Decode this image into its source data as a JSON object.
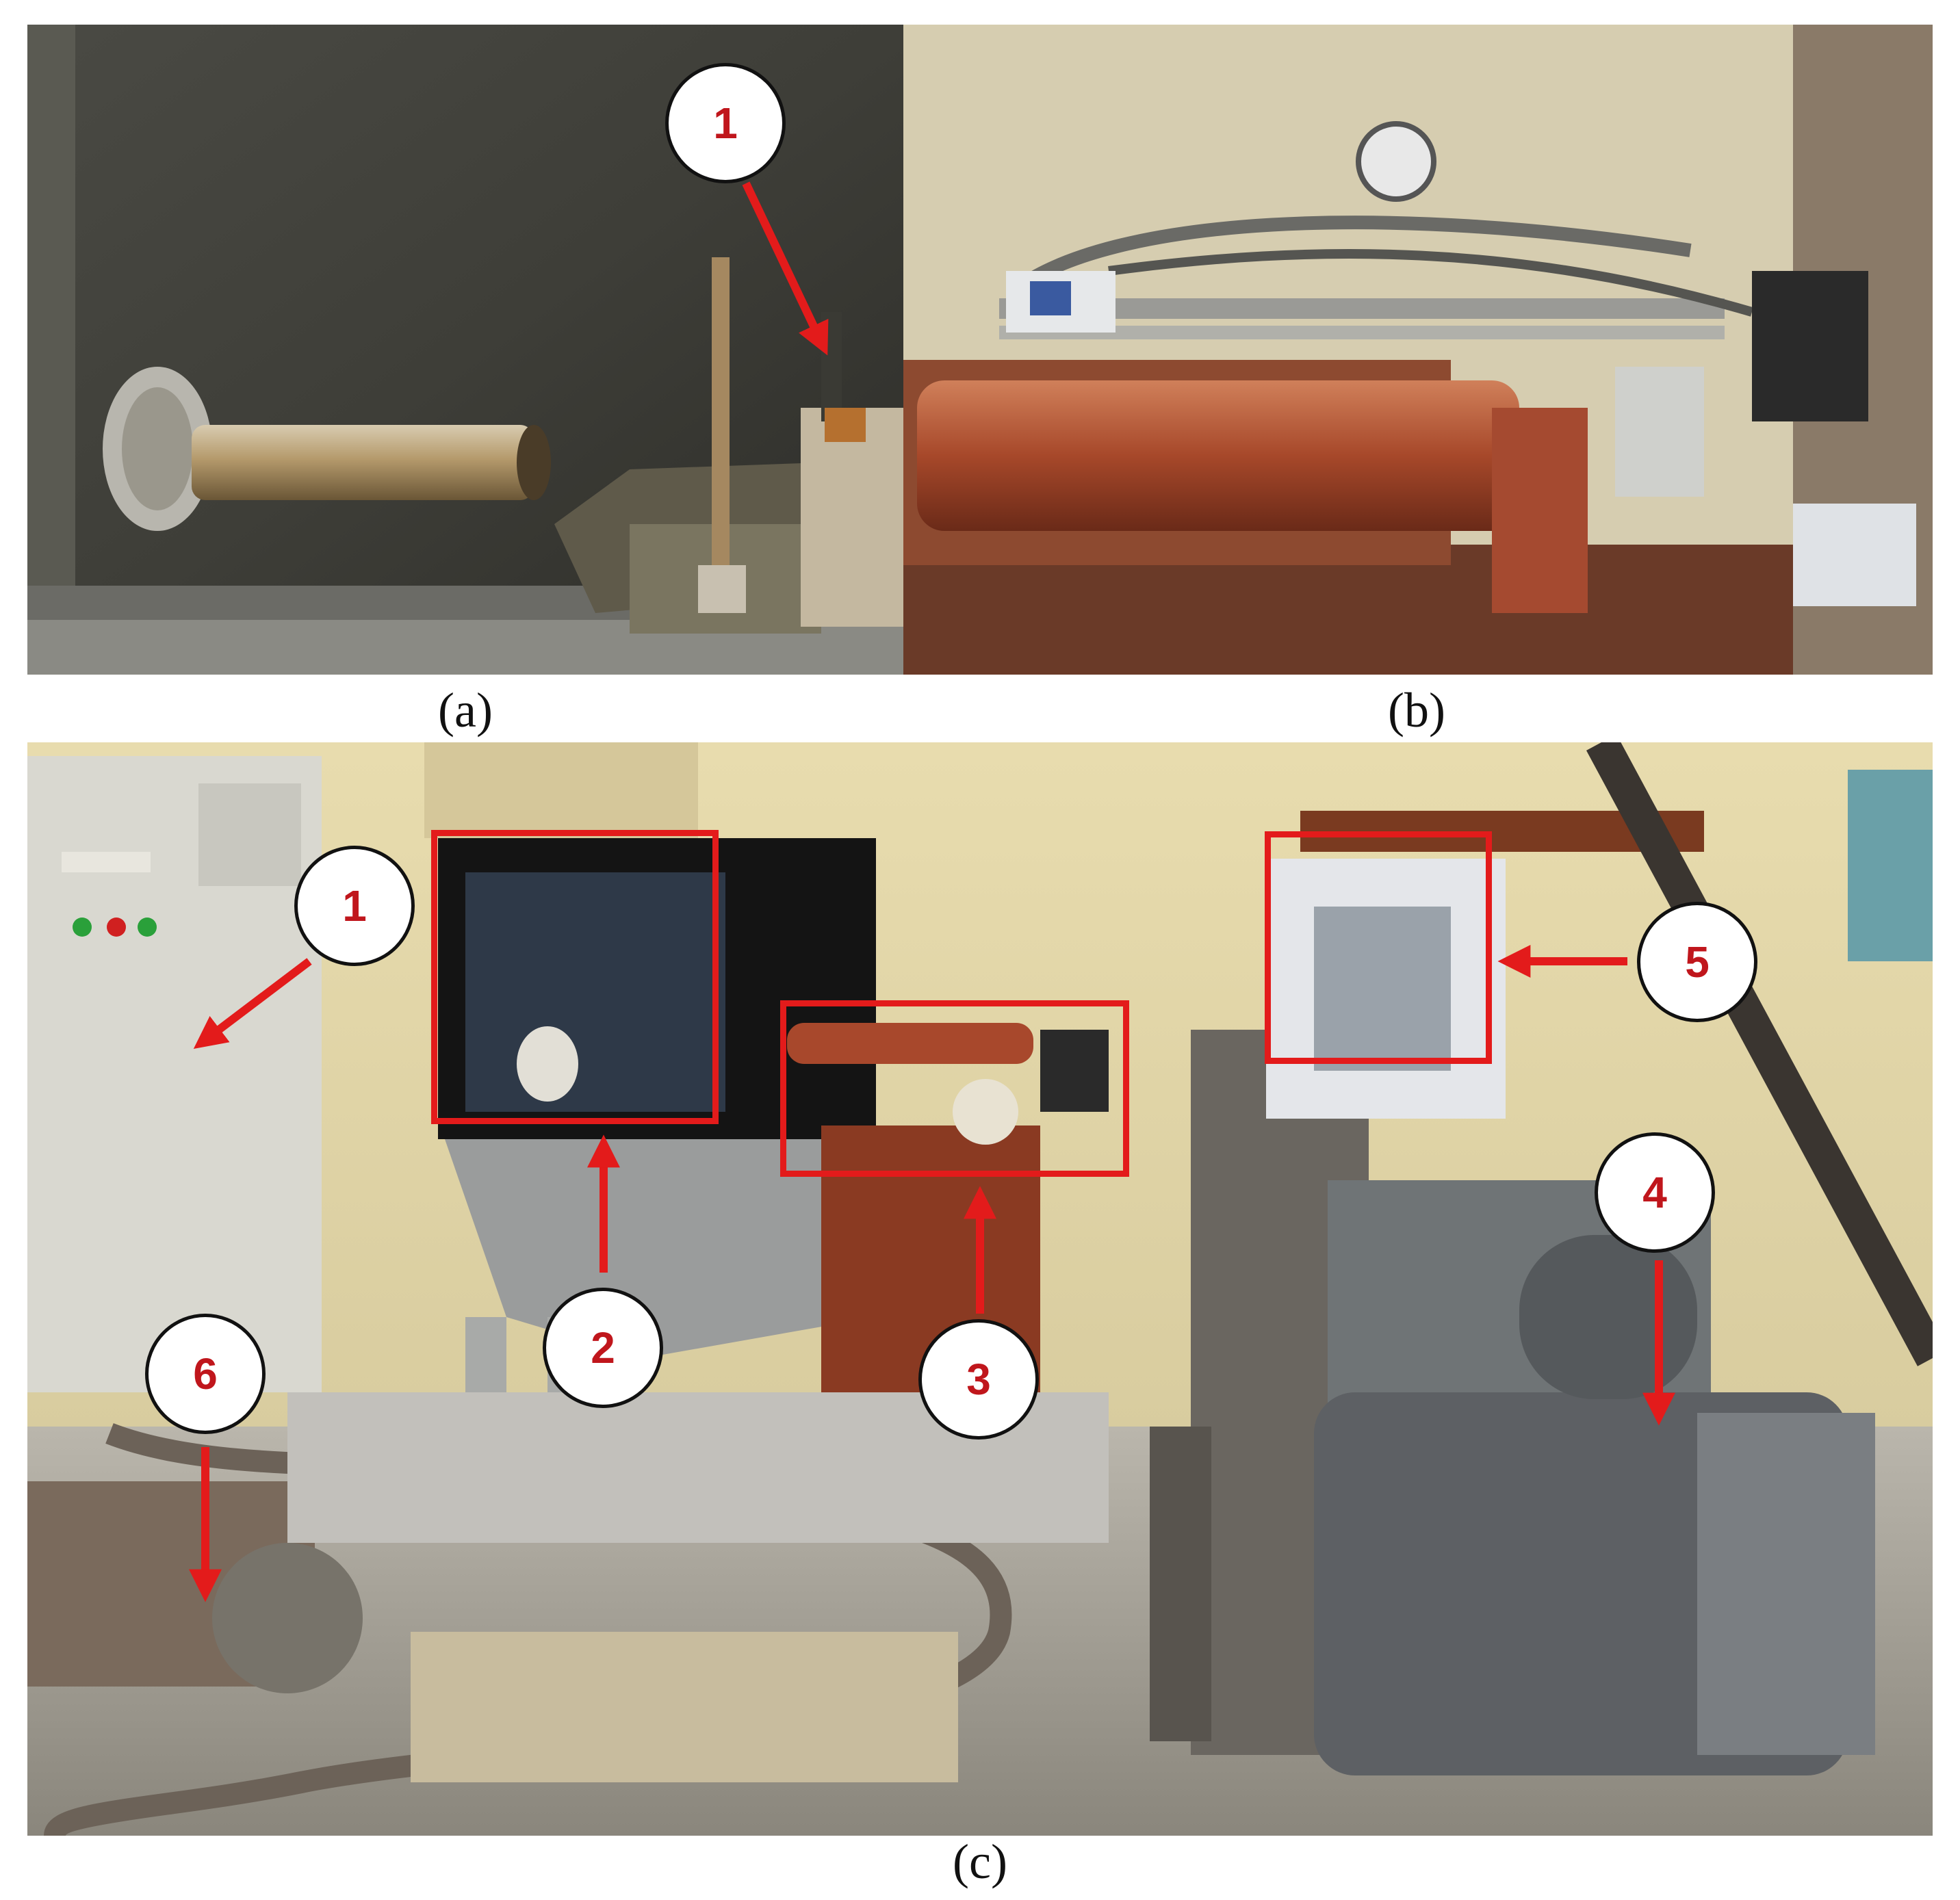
{
  "figure": {
    "panels": [
      {
        "id": "a",
        "caption": "(a)",
        "description_icon": "extrusion-chamber-photo"
      },
      {
        "id": "b",
        "caption": "(b)",
        "description_icon": "hydraulic-cylinder-photo"
      },
      {
        "id": "c",
        "caption": "(c)",
        "description_icon": "test-stand-overview-photo"
      }
    ],
    "callouts_a": [
      "1"
    ],
    "callouts_c": [
      "1",
      "2",
      "3",
      "4",
      "5",
      "6"
    ]
  },
  "colors": {
    "accent": "#e31b1b",
    "callout_text": "#c0161c",
    "background": "#ffffff"
  }
}
